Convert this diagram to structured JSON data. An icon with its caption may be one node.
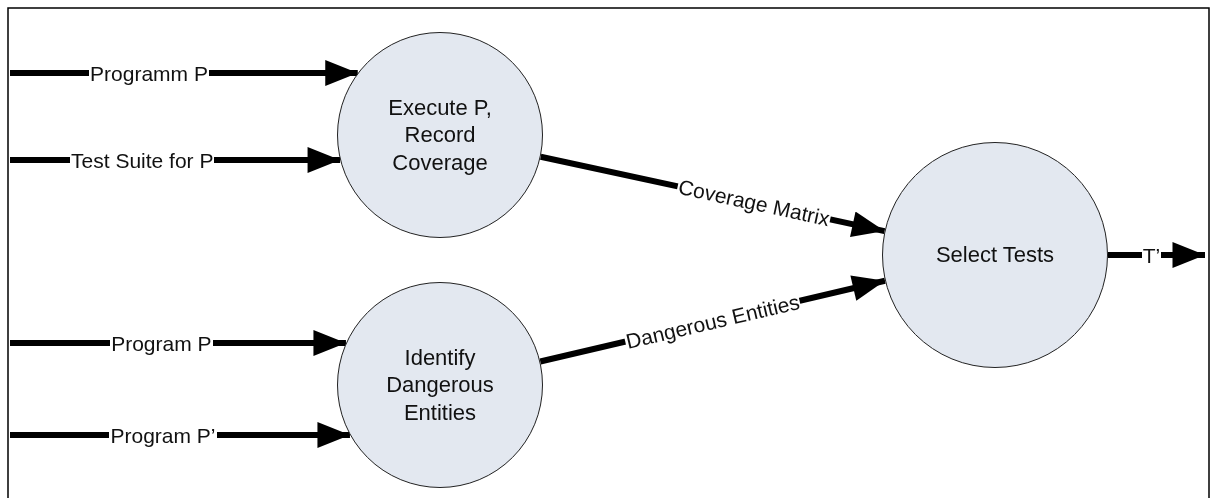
{
  "diagram": {
    "nodes": [
      {
        "text": [
          "Execute P, Record Coverage"
        ]
      },
      {
        "text": [
          "Identify Dangerous Entities"
        ]
      },
      {
        "text": [
          "Select Tests"
        ]
      }
    ],
    "edges": [
      {
        "from": null,
        "to": 0,
        "arrow": "to",
        "label": "Programm P"
      },
      {
        "from": null,
        "to": 0,
        "arrow": "to",
        "label": "Test Suite for P"
      },
      {
        "from": null,
        "to": 1,
        "arrow": "to",
        "label": "Program P"
      },
      {
        "from": null,
        "to": 1,
        "arrow": "to",
        "label": "Program P’"
      },
      {
        "from": 0,
        "to": 2,
        "arrow": "to",
        "label": "Coverage Matrix"
      },
      {
        "from": 1,
        "to": 2,
        "arrow": "to",
        "label": "Dangerous Entities"
      },
      {
        "from": 2,
        "to": null,
        "arrow": "to",
        "label": "T’"
      }
    ]
  }
}
